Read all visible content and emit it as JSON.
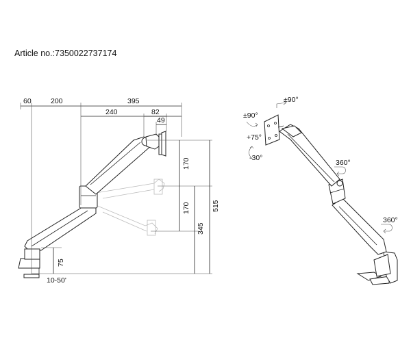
{
  "article": {
    "text": "Article no.:7350022737174"
  },
  "dimensions": {
    "d60": "60",
    "d200": "200",
    "d395": "395",
    "d240": "240",
    "d82": "82",
    "d49": "49",
    "d170_upper": "170",
    "d170_lower": "170",
    "d345": "345",
    "d515": "515",
    "d75": "75",
    "clamp": "10-50'"
  },
  "angles": {
    "tilt_top": "±90°",
    "tilt_left": "±90°",
    "tilt_up": "+75°",
    "tilt_down": "-30°",
    "rot_elbow": "360°",
    "rot_base": "360°"
  }
}
